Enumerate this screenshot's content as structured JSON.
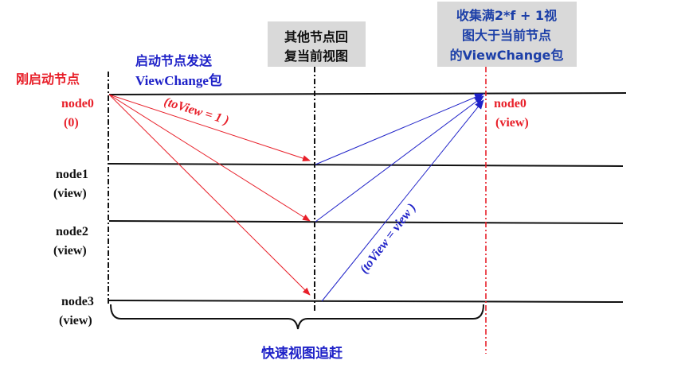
{
  "colors": {
    "red": "#e8202a",
    "blue": "#1f22c8",
    "dark_blue": "#1c3fa8",
    "black": "#111111",
    "box_bg": "#d9d9d9"
  },
  "annotations": {
    "new_start_node": "刚启动节点",
    "send_title": "启动节点发送",
    "send_sub": "ViewChange包",
    "reply_line1": "其他节点回",
    "reply_line2": "复当前视图",
    "collect_line1": "收集满2*f + 1视",
    "collect_line2": "图大于当前节点",
    "collect_line3": "的ViewChange包",
    "catchup": "快速视图追赶",
    "to_view_1": "(toView = 1 )",
    "to_view_view": "(toView = view   )"
  },
  "nodes": {
    "node0_name": "node0",
    "node0_view": "(0)",
    "node1_name": "node1",
    "node1_view": "(view)",
    "node2_name": "node2",
    "node2_view": "(view)",
    "node3_name": "node3",
    "node3_view": "(view)",
    "node0_right_name": "node0",
    "node0_right_view": "(view)"
  }
}
